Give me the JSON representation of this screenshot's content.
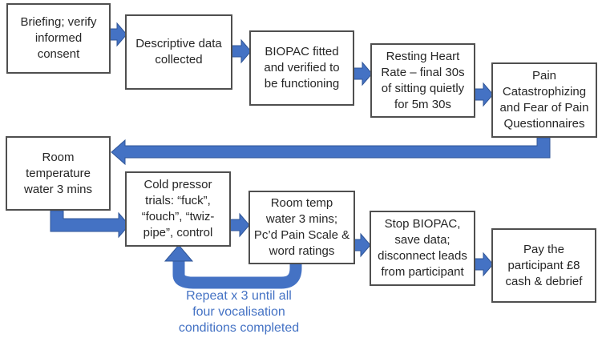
{
  "colors": {
    "background": "#ffffff",
    "arrow_fill": "#4472C4",
    "arrow_outline": "#2F5597",
    "box_border": "#4f4f4f",
    "box_text": "#262626",
    "caption_text": "#4472C4"
  },
  "steps": [
    {
      "id": 1,
      "label": "Briefing; verify\ninformed\nconsent"
    },
    {
      "id": 2,
      "label": "Descriptive data\ncollected"
    },
    {
      "id": 3,
      "label": "BIOPAC fitted\nand verified to\nbe functioning"
    },
    {
      "id": 4,
      "label": "Resting Heart\nRate – final 30s\nof sitting quietly\nfor 5m 30s"
    },
    {
      "id": 5,
      "label": "Pain\nCatastrophizing\nand Fear of Pain\nQuestionnaires"
    },
    {
      "id": 6,
      "label": "Room\ntemperature\nwater 3 mins"
    },
    {
      "id": 7,
      "label": "Cold pressor\ntrials: “fuck”,\n“fouch”, “twiz-\npipe”, control"
    },
    {
      "id": 8,
      "label": "Room temp\nwater 3 mins;\nPc’d Pain Scale &\nword ratings"
    },
    {
      "id": 9,
      "label": "Stop BIOPAC,\nsave data;\ndisconnect leads\nfrom participant"
    },
    {
      "id": 10,
      "label": "Pay the\nparticipant £8\ncash & debrief"
    }
  ],
  "loop": {
    "caption": "Repeat x 3 until all\nfour vocalisation\nconditions completed"
  }
}
